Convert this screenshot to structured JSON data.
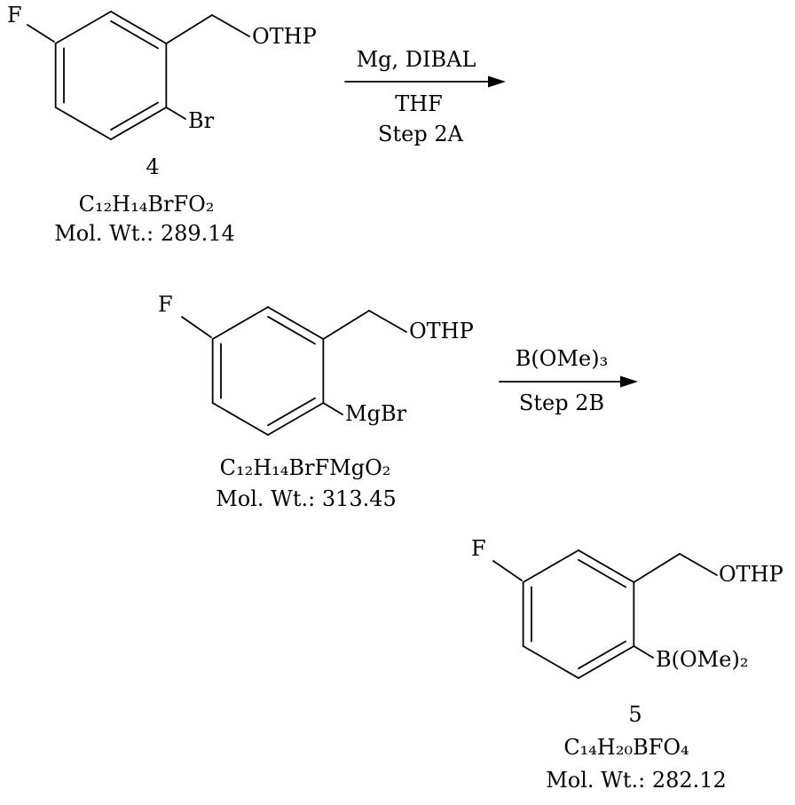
{
  "scheme": {
    "compound4": {
      "fluorine": "F",
      "othp": "OTHP",
      "bromine": "Br",
      "number": "4",
      "formula": "C₁₂H₁₄BrFO₂",
      "mol_wt": "Mol. Wt.: 289.14"
    },
    "step2a": {
      "reagents": "Mg, DIBAL",
      "solvent": "THF",
      "label": "Step 2A"
    },
    "grignard": {
      "fluorine": "F",
      "othp": "OTHP",
      "mgbr": "MgBr",
      "formula": "C₁₂H₁₄BrFMgO₂",
      "mol_wt": "Mol. Wt.: 313.45"
    },
    "step2b": {
      "reagent": "B(OMe)₃",
      "label": "Step 2B"
    },
    "compound5": {
      "fluorine": "F",
      "othp": "OTHP",
      "boronate": "B(OMe)₂",
      "number": "5",
      "formula": "C₁₄H₂₀BFO₄",
      "mol_wt": "Mol. Wt.: 282.12"
    }
  }
}
